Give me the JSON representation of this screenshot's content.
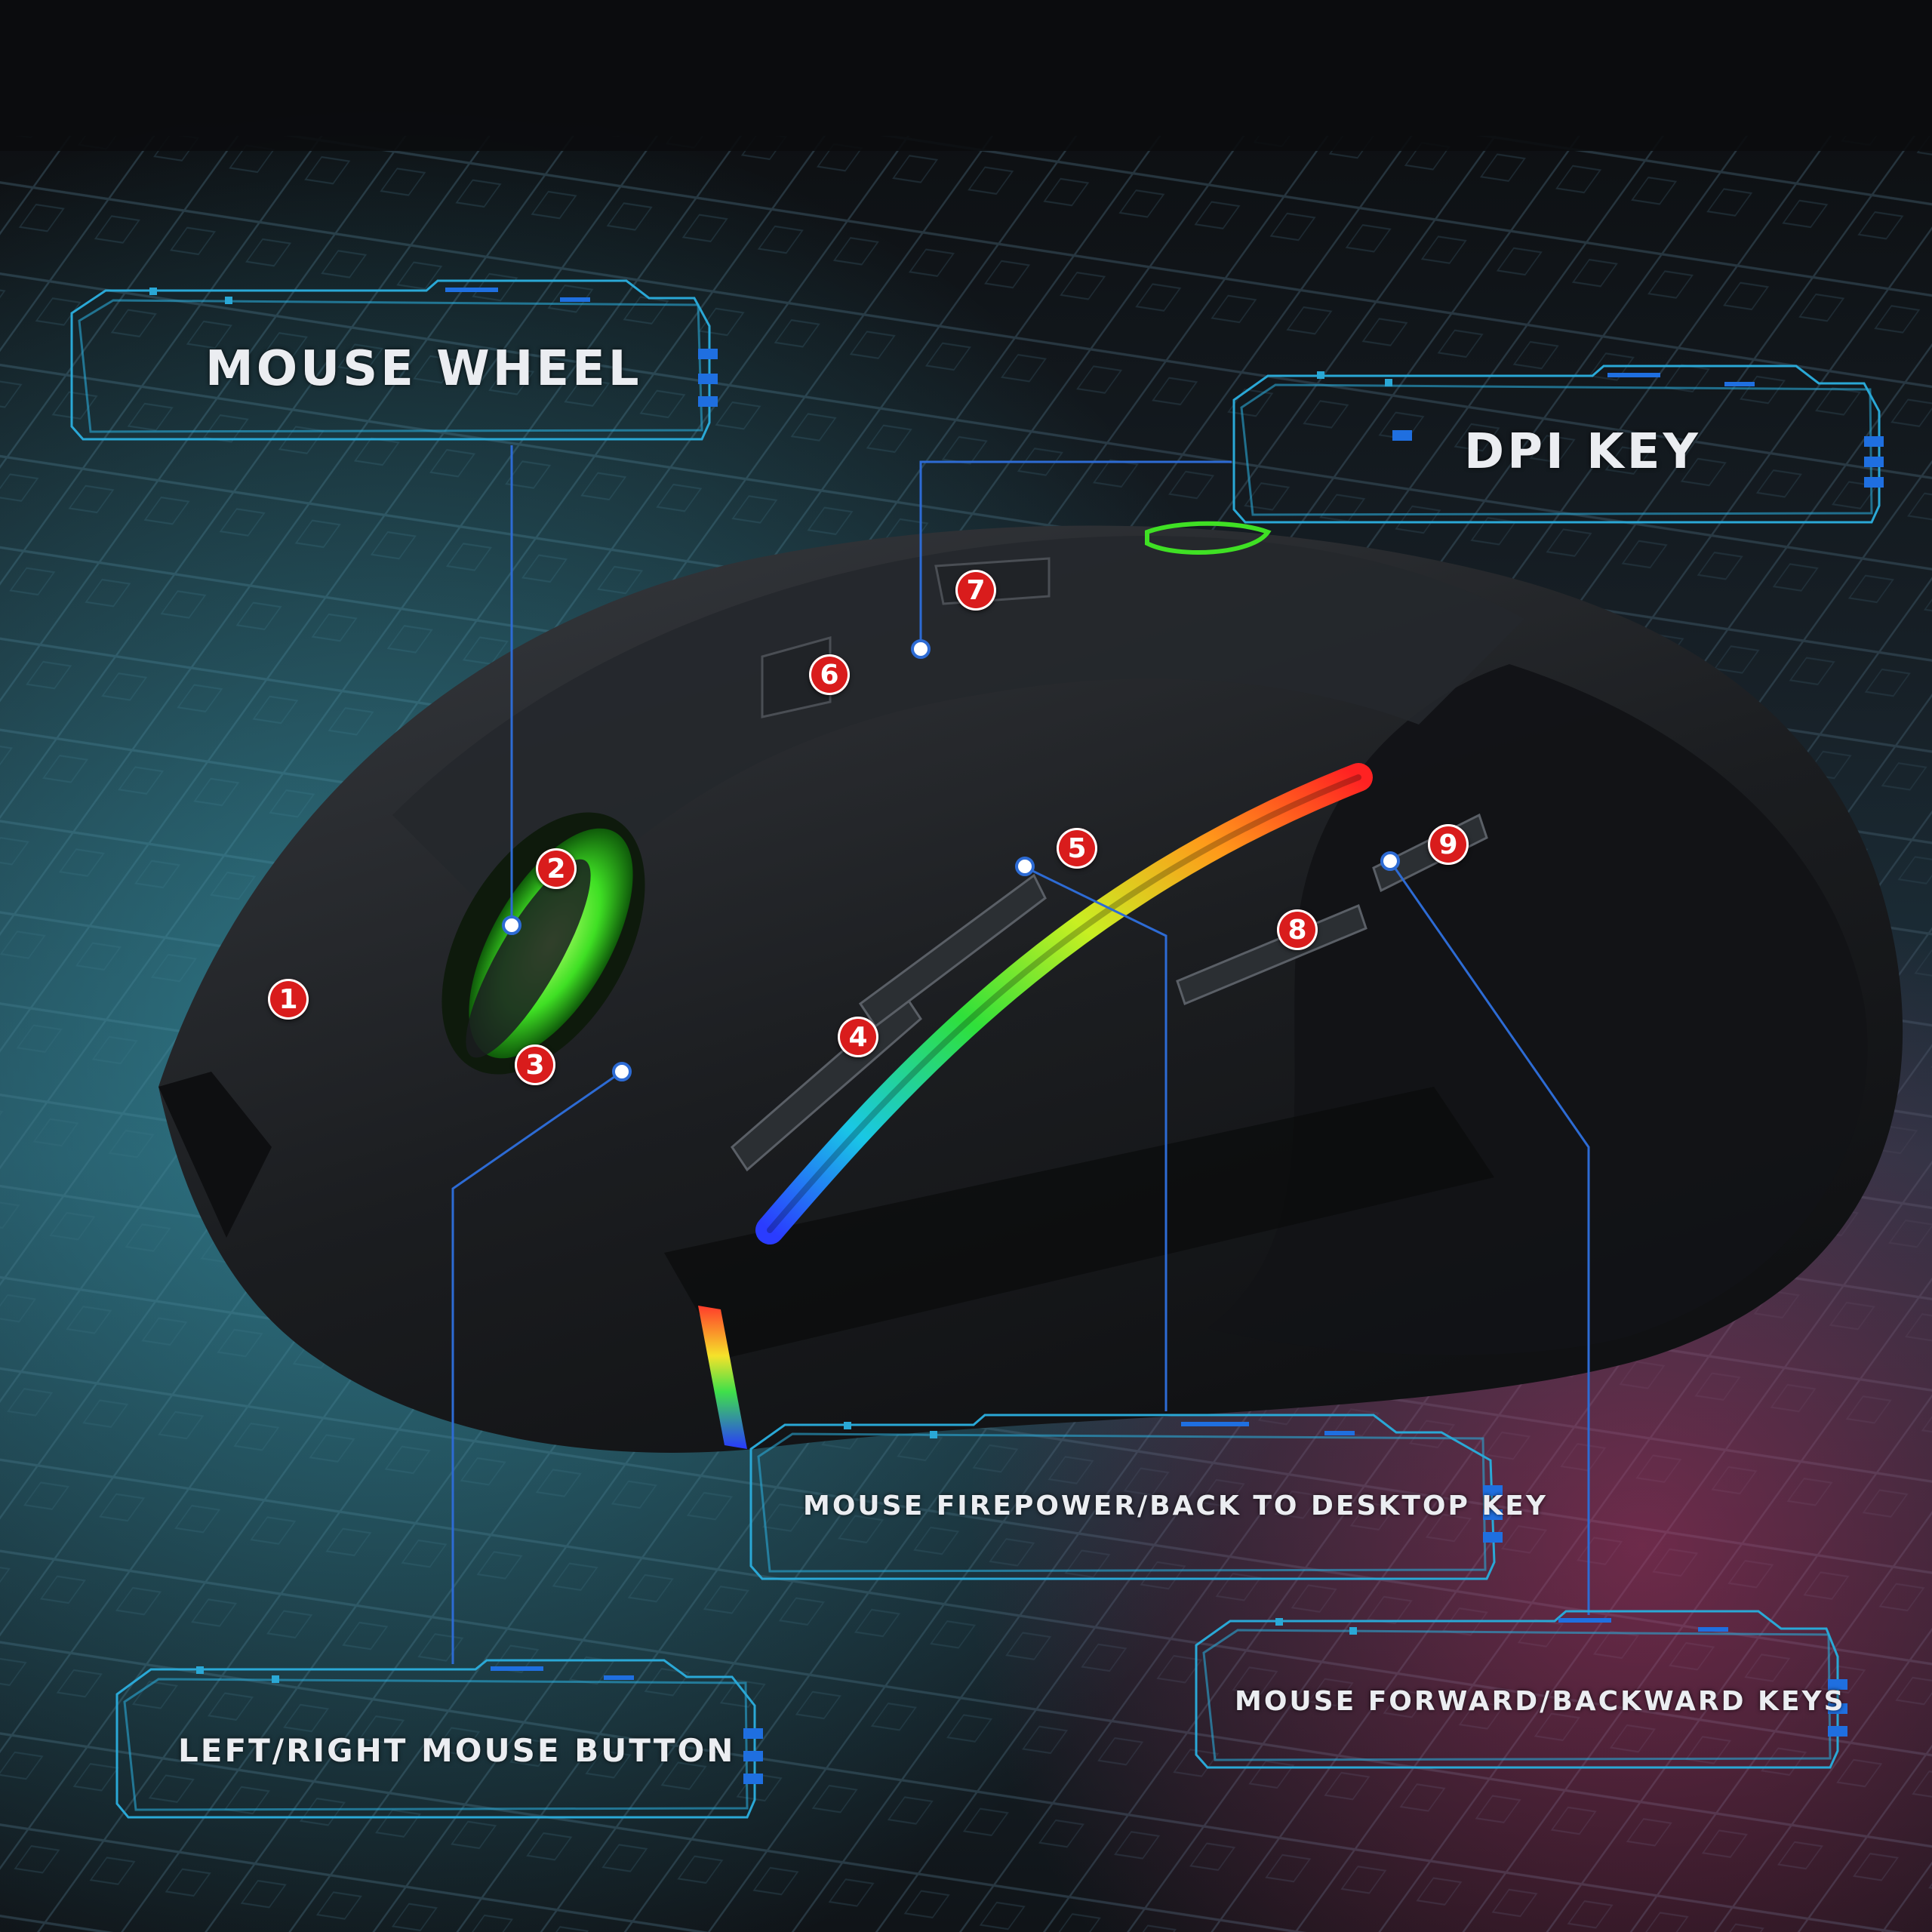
{
  "labels": {
    "mouse_wheel": "MOUSE WHEEL",
    "dpi_key": "DPI KEY",
    "firepower": "MOUSE FIREPOWER/BACK TO DESKTOP KEY",
    "left_right": "LEFT/RIGHT MOUSE BUTTON",
    "forward_backward": "MOUSE FORWARD/BACKWARD KEYS"
  },
  "badges": [
    "1",
    "2",
    "3",
    "4",
    "5",
    "6",
    "7",
    "8",
    "9"
  ],
  "colors": {
    "badge": "#d91c1c",
    "frame": "#2aa8d6",
    "frame_accent": "#1f6fe0",
    "wheel_glow": "#3fe024",
    "body": "#16181b"
  },
  "icons": {
    "brand_logo": "green-brand-logo-icon"
  }
}
